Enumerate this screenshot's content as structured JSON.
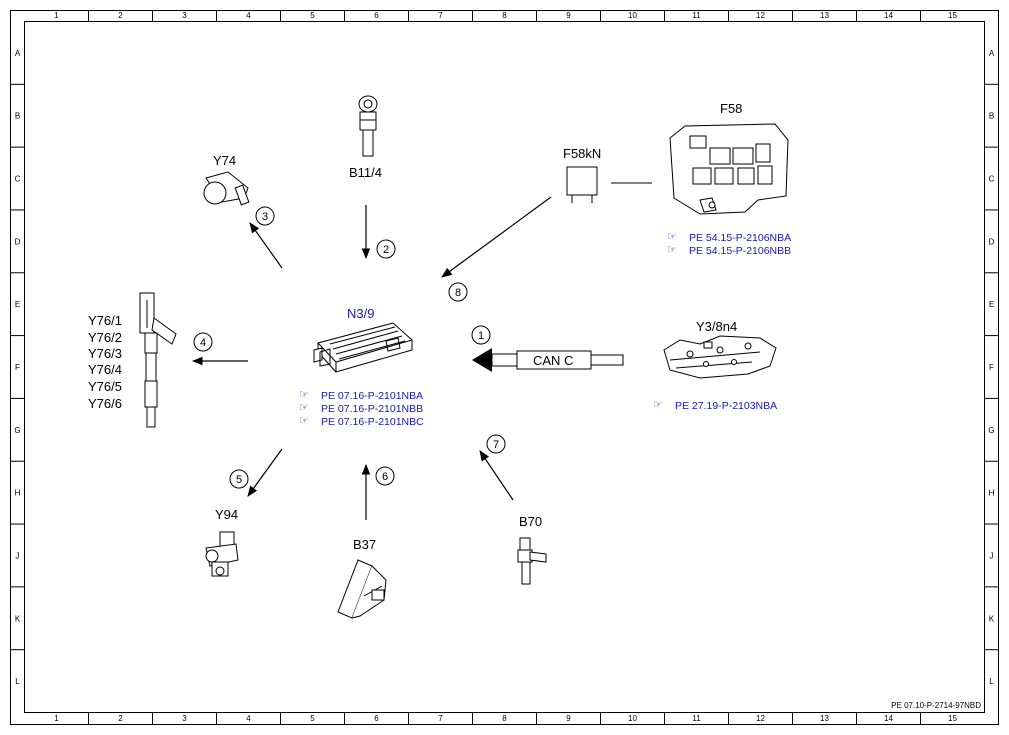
{
  "grid": {
    "columns": [
      "1",
      "2",
      "3",
      "4",
      "5",
      "6",
      "7",
      "8",
      "9",
      "10",
      "11",
      "12",
      "13",
      "14",
      "15"
    ],
    "rows": [
      "A",
      "B",
      "C",
      "D",
      "E",
      "F",
      "G",
      "H",
      "J",
      "K",
      "L"
    ]
  },
  "components": {
    "control_unit": {
      "label": "N3/9",
      "refs": [
        "PE 07.16-P-2101NBA",
        "PE 07.16-P-2101NBB",
        "PE 07.16-P-2101NBC"
      ]
    },
    "b11_4": {
      "label": "B11/4"
    },
    "y74": {
      "label": "Y74"
    },
    "f58kn": {
      "label": "F58kN"
    },
    "f58": {
      "label": "F58",
      "refs": [
        "PE 54.15-P-2106NBA",
        "PE 54.15-P-2106NBB"
      ]
    },
    "y76": {
      "labels": [
        "Y76/1",
        "Y76/2",
        "Y76/3",
        "Y76/4",
        "Y76/5",
        "Y76/6"
      ]
    },
    "y3_8n4": {
      "label": "Y3/8n4",
      "refs": [
        "PE 27.19-P-2103NBA"
      ]
    },
    "y94": {
      "label": "Y94"
    },
    "b37": {
      "label": "B37"
    },
    "b70": {
      "label": "B70"
    }
  },
  "can_bus": {
    "label": "CAN C"
  },
  "arrow_numbers": [
    "1",
    "2",
    "3",
    "4",
    "5",
    "6",
    "7",
    "8"
  ],
  "footer": {
    "code": "PE 07.10-P-2714-97NBD"
  },
  "colors": {
    "reference_text": "#1a1aa8",
    "ecu_label": "#1a1aa8",
    "lines": "#000000"
  }
}
